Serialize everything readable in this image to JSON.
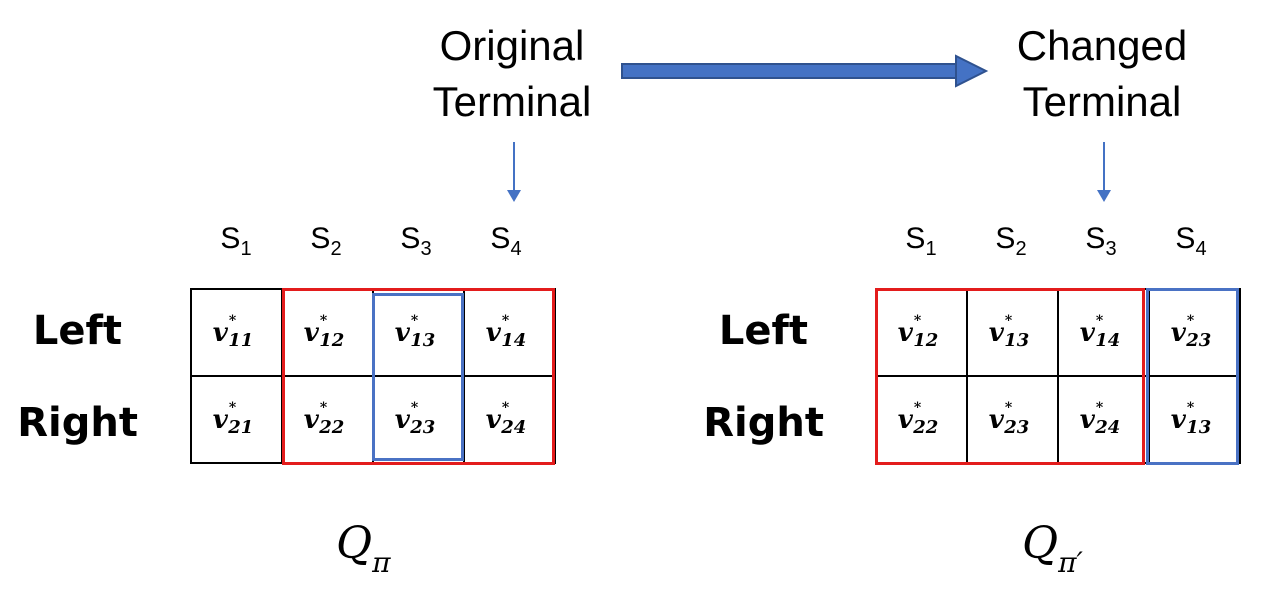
{
  "titles": {
    "original": [
      "Original",
      "Terminal"
    ],
    "changed": [
      "Changed",
      "Terminal"
    ]
  },
  "states": [
    {
      "base": "S",
      "sub": "1"
    },
    {
      "base": "S",
      "sub": "2"
    },
    {
      "base": "S",
      "sub": "3"
    },
    {
      "base": "S",
      "sub": "4"
    }
  ],
  "row_labels": [
    "Left",
    "Right"
  ],
  "left_table": {
    "rows": [
      [
        {
          "v": "v",
          "sup": "*",
          "sub": "11"
        },
        {
          "v": "v",
          "sup": "*",
          "sub": "12"
        },
        {
          "v": "v",
          "sup": "*",
          "sub": "13"
        },
        {
          "v": "v",
          "sup": "*",
          "sub": "14"
        }
      ],
      [
        {
          "v": "v",
          "sup": "*",
          "sub": "21"
        },
        {
          "v": "v",
          "sup": "*",
          "sub": "22"
        },
        {
          "v": "v",
          "sup": "*",
          "sub": "23"
        },
        {
          "v": "v",
          "sup": "*",
          "sub": "24"
        }
      ]
    ],
    "label": {
      "base": "Q",
      "sub": "π"
    }
  },
  "right_table": {
    "rows": [
      [
        {
          "v": "v",
          "sup": "*",
          "sub": "12"
        },
        {
          "v": "v",
          "sup": "*",
          "sub": "13"
        },
        {
          "v": "v",
          "sup": "*",
          "sub": "14"
        },
        {
          "v": "v",
          "sup": "*",
          "sub": "23"
        }
      ],
      [
        {
          "v": "v",
          "sup": "*",
          "sub": "22"
        },
        {
          "v": "v",
          "sup": "*",
          "sub": "23"
        },
        {
          "v": "v",
          "sup": "*",
          "sub": "24"
        },
        {
          "v": "v",
          "sup": "*",
          "sub": "13"
        }
      ]
    ],
    "label": {
      "base": "Q",
      "sub": "π′"
    }
  },
  "colors": {
    "accent_arrow": "#4472c4",
    "red_highlight": "#e31c1c",
    "blue_highlight": "#4a72c4"
  }
}
